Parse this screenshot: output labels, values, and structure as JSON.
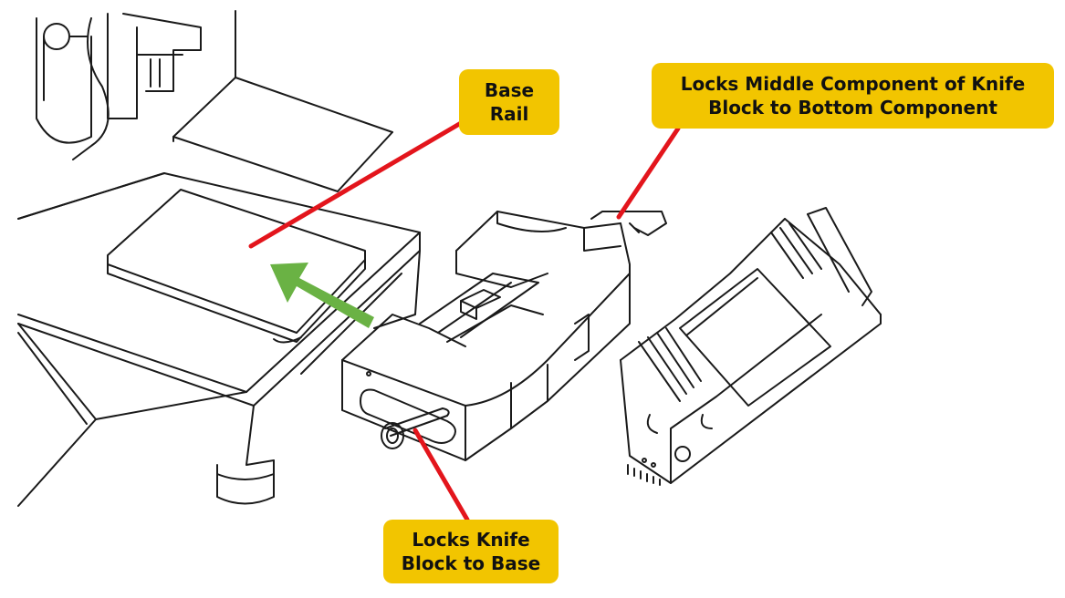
{
  "callouts": {
    "base_rail": {
      "line1": "Base",
      "line2": "Rail"
    },
    "middle_lock": {
      "line1": "Locks Middle Component of Knife",
      "line2": "Block to Bottom Component"
    },
    "knife_lock": {
      "line1": "Locks Knife",
      "line2": "Block to Base"
    }
  },
  "colors": {
    "callout_fill": "#F2C500",
    "leader_line": "#E3151C",
    "arrow": "#6AB244",
    "line_art": "#1a1a1a"
  }
}
